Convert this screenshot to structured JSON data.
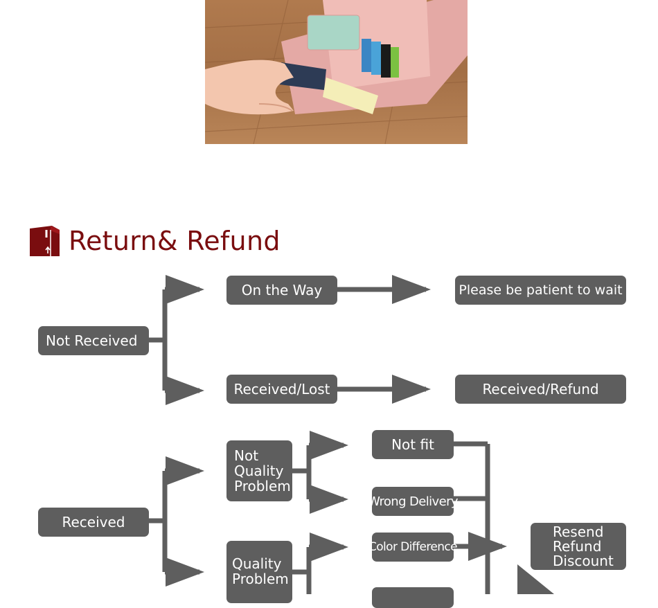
{
  "heading": {
    "title": "Return& Refund"
  },
  "colors": {
    "node": "#5e5e5e",
    "connector": "#5e5e5e",
    "heading": "#7a0d0f"
  },
  "nodes": {
    "not_received": "Not Received",
    "on_the_way": "On the Way",
    "please_wait": "Please be patient to wait",
    "received_lost": "Received/Lost",
    "received_refund": "Received/Refund",
    "received": "Received",
    "not_quality_problem": [
      "Not",
      "Quality",
      "Problem"
    ],
    "quality_problem": [
      "Quality",
      "Problem"
    ],
    "not_fit": "Not fit",
    "wrong_delivery": "Wrong Delivery",
    "color_difference": "Color Difference",
    "resend_refund_discount": [
      "Resend",
      "Refund",
      "Discount"
    ]
  }
}
